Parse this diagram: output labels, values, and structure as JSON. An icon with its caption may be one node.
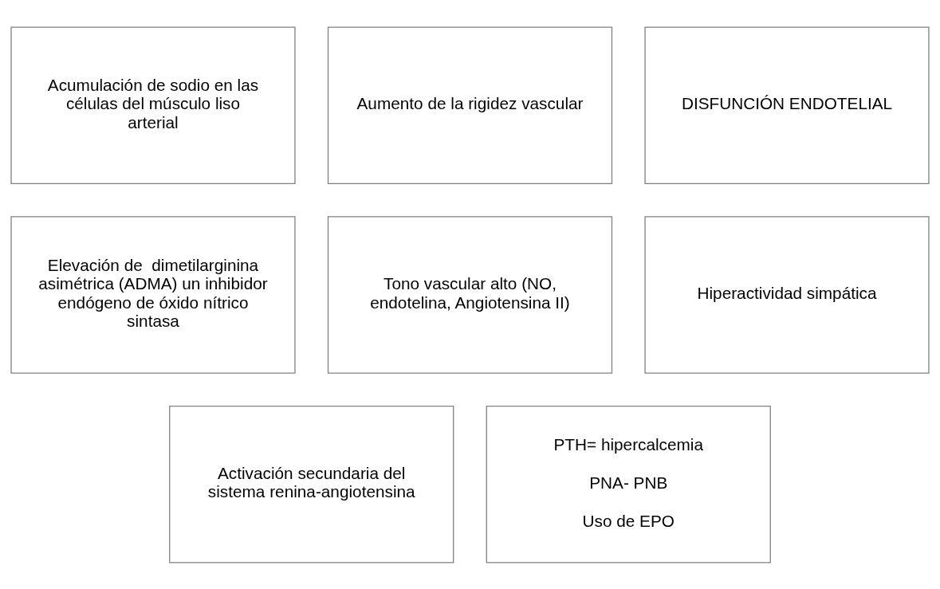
{
  "diagram": {
    "nodes": [
      {
        "text": [
          "Acumulación de sodio en las células del músculo liso arterial"
        ]
      },
      {
        "text": [
          "Aumento de la rigidez vascular"
        ]
      },
      {
        "text": [
          "DISFUNCIÓN ENDOTELIAL"
        ]
      },
      {
        "text": [
          "Elevación de  dimetilarginina asimétrica (ADMA) un inhibidor endógeno de óxido nítrico sintasa"
        ]
      },
      {
        "text": [
          "Tono vascular alto (NO, endotelina, Angiotensina II)"
        ]
      },
      {
        "text": [
          "Hiperactividad simpática"
        ]
      },
      {
        "text": [
          "Activación secundaria del sistema renina-angiotensina"
        ]
      },
      {
        "text": [
          "PTH= hipercalcemia",
          "PNA- PNB",
          "Uso de EPO"
        ]
      }
    ]
  }
}
